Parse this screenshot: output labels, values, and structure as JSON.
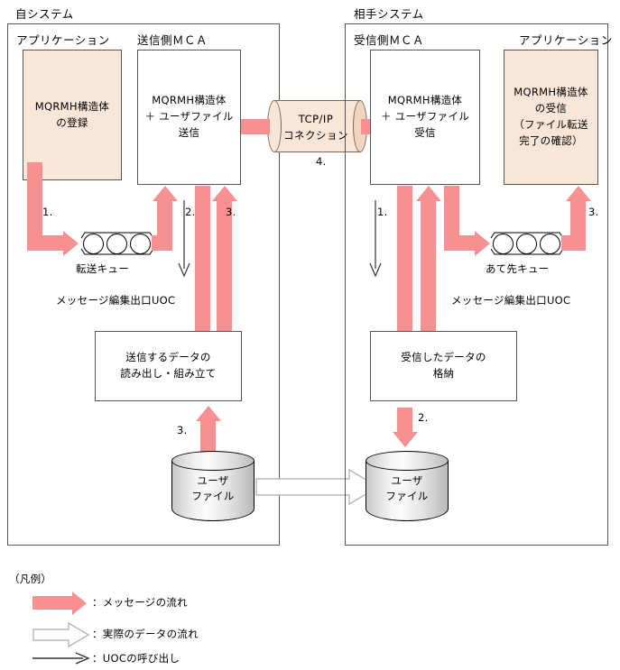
{
  "diagram": {
    "systems": [
      {
        "id": "local",
        "label": "自システム",
        "groups": [
          {
            "id": "application",
            "label": "アプリケーション"
          },
          {
            "id": "sender-mca",
            "label": "送信側ＭＣＡ"
          }
        ],
        "boxes": [
          {
            "id": "mqrmh-register",
            "text": "MQRMH構造体\nの登録",
            "style": "beige"
          },
          {
            "id": "mqrmh-send",
            "text": "MQRMH構造体\n＋ ユーザファイル\n送信",
            "style": "plain"
          },
          {
            "id": "read-assemble",
            "text": "送信するデータの\n読み出し・組み立て",
            "style": "plain"
          }
        ],
        "queue": {
          "id": "transfer-queue",
          "label": "転送キュー",
          "slots": 3
        },
        "uoc_label": "メッセージ編集出口UOC",
        "cylinder": {
          "id": "user-file-local",
          "text": "ユーザ\nファイル"
        },
        "step_numbers": [
          "1.",
          "2.",
          "3.",
          "3."
        ]
      },
      {
        "id": "remote",
        "label": "相手システム",
        "groups": [
          {
            "id": "receiver-mca",
            "label": "受信側ＭＣＡ"
          },
          {
            "id": "application",
            "label": "アプリケーション"
          }
        ],
        "boxes": [
          {
            "id": "mqrmh-receive",
            "text": "MQRMH構造体\n＋ ユーザファイル\n受信",
            "style": "plain"
          },
          {
            "id": "mqrmh-confirm",
            "text": "MQRMH構造体\nの受信\n（ファイル転送\n完了の確認）",
            "style": "beige"
          },
          {
            "id": "store-received",
            "text": "受信したデータの\n格納",
            "style": "plain"
          }
        ],
        "queue": {
          "id": "destination-queue",
          "label": "あて先キュー",
          "slots": 3
        },
        "uoc_label": "メッセージ編集出口UOC",
        "cylinder": {
          "id": "user-file-remote",
          "text": "ユーザ\nファイル"
        },
        "step_numbers": [
          "1.",
          "2.",
          "3."
        ]
      }
    ],
    "connection": {
      "id": "tcpip-connection",
      "text": "TCP/IP\nコネクション",
      "number": "4."
    },
    "legend": {
      "title": "（凡例）",
      "items": [
        {
          "id": "message-flow",
          "symbol": "solid-pink-arrow",
          "text": "：メッセージの流れ"
        },
        {
          "id": "actual-data-flow",
          "symbol": "hollow-arrow",
          "text": "：実際のデータの流れ"
        },
        {
          "id": "uoc-call",
          "symbol": "thin-line-arrow",
          "text": "：UOCの呼び出し"
        }
      ]
    },
    "colors": {
      "pink": "#f79191",
      "beige": "#f8e6d8",
      "frame": "#555555",
      "cylinder_outline": "#000000"
    }
  }
}
